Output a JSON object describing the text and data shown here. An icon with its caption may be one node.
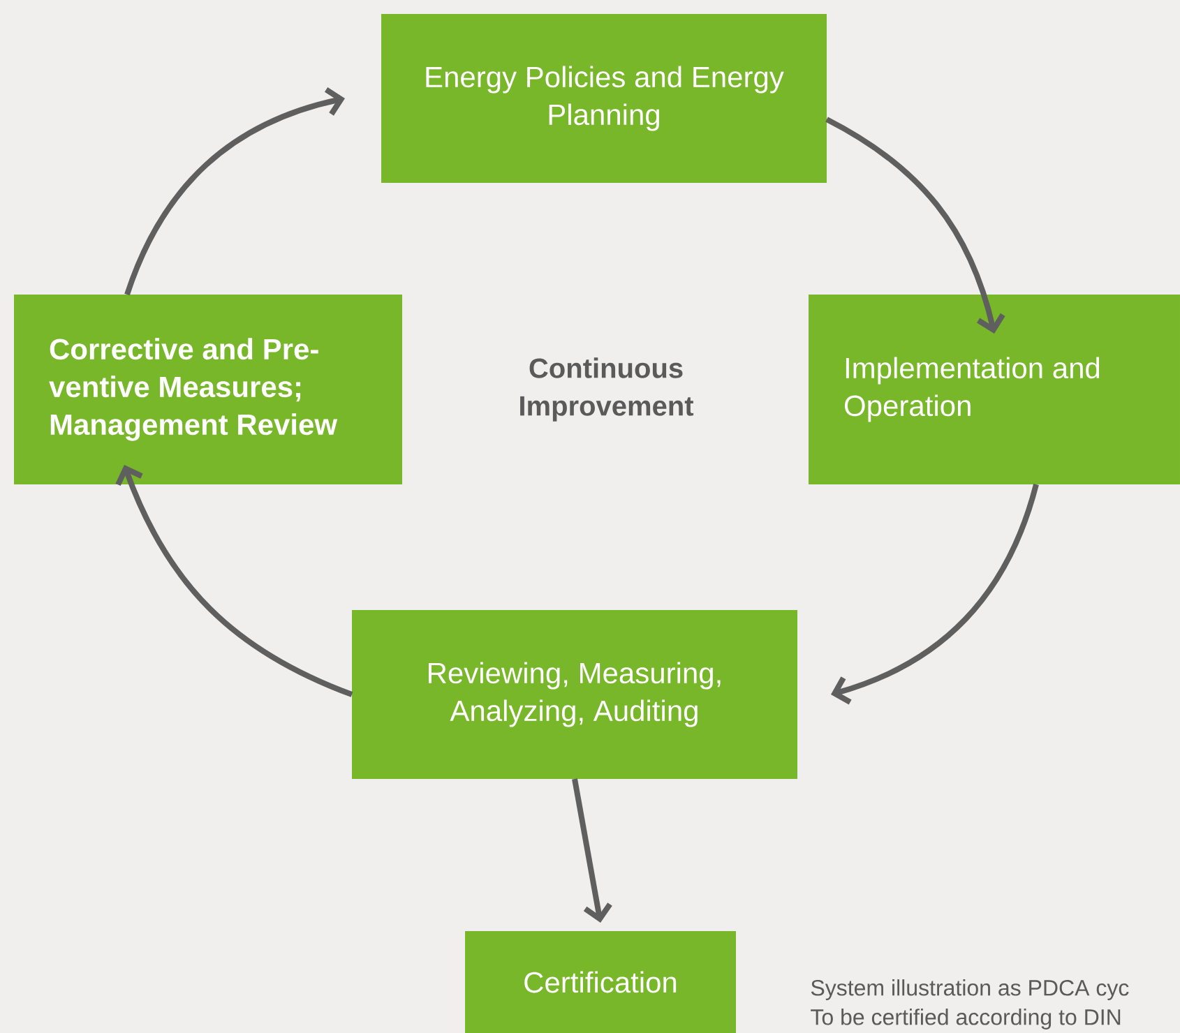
{
  "diagram": {
    "nodes": [
      {
        "text": [
          "Energy Policies and Energy Planning"
        ]
      },
      {
        "text": [
          "Implementation and Operation"
        ]
      },
      {
        "text": [
          "Reviewing, Measuring, Analyzing, Auditing"
        ]
      },
      {
        "text": [
          "Corrective and Pre- ventive Measures; Management Review"
        ]
      },
      {
        "text": [
          "Certification"
        ]
      }
    ],
    "edges": [
      {
        "from": 0,
        "to": 1,
        "arrow": "to"
      },
      {
        "from": 1,
        "to": 2,
        "arrow": "to"
      },
      {
        "from": 2,
        "to": 3,
        "arrow": "to"
      },
      {
        "from": 3,
        "to": 0,
        "arrow": "to"
      },
      {
        "from": 2,
        "to": 4,
        "arrow": "to"
      }
    ],
    "labels": [
      "Continuous Improvement",
      "System illustration as PDCA cyc",
      "To be certified according to DIN"
    ]
  }
}
